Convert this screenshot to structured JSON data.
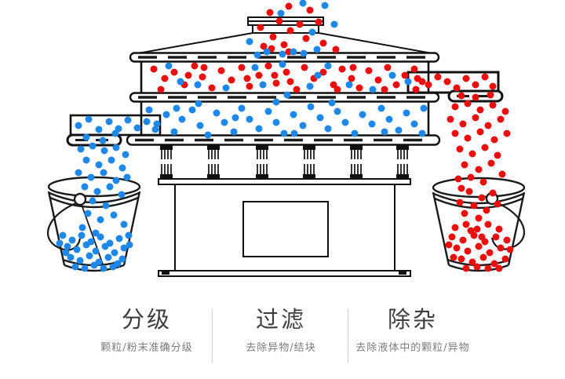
{
  "colors": {
    "red": "#e8100e",
    "blue": "#1e88e8",
    "line": "#111111",
    "heading": "#3d3d3d",
    "subtext": "#7b7b7b",
    "divider": "#d0d0d0"
  },
  "captions": [
    {
      "title": "分级",
      "desc": "颗粒/粉末准确分级"
    },
    {
      "title": "过滤",
      "desc": "去除异物/结块"
    },
    {
      "title": "除杂",
      "desc": "去除液体中的颗粒/异物"
    }
  ],
  "diagram": {
    "dot_radius": 4.5,
    "dots": [
      [
        368,
        8,
        "r"
      ],
      [
        344,
        16,
        "r"
      ],
      [
        395,
        13,
        "r"
      ],
      [
        356,
        27,
        "r"
      ],
      [
        382,
        31,
        "r"
      ],
      [
        332,
        35,
        "r"
      ],
      [
        406,
        28,
        "r"
      ],
      [
        370,
        39,
        "r"
      ],
      [
        348,
        47,
        "r"
      ],
      [
        390,
        49,
        "r"
      ],
      [
        362,
        57,
        "r"
      ],
      [
        336,
        59,
        "r"
      ],
      [
        412,
        55,
        "r"
      ],
      [
        428,
        63,
        "r"
      ],
      [
        346,
        62,
        "r"
      ],
      [
        368,
        66,
        "r"
      ],
      [
        414,
        7,
        "b"
      ],
      [
        386,
        4,
        "b"
      ],
      [
        358,
        17,
        "b"
      ],
      [
        426,
        31,
        "b"
      ],
      [
        398,
        41,
        "b"
      ],
      [
        318,
        53,
        "b"
      ],
      [
        374,
        66,
        "b"
      ],
      [
        404,
        63,
        "b"
      ],
      [
        340,
        66,
        "b"
      ],
      [
        360,
        69,
        "b"
      ],
      [
        387,
        68,
        "b"
      ],
      [
        328,
        70,
        "b"
      ],
      [
        196,
        88,
        "r"
      ],
      [
        210,
        100,
        "r"
      ],
      [
        222,
        92,
        "r"
      ],
      [
        235,
        108,
        "r"
      ],
      [
        248,
        84,
        "r"
      ],
      [
        258,
        98,
        "r"
      ],
      [
        270,
        112,
        "r"
      ],
      [
        282,
        90,
        "r"
      ],
      [
        295,
        102,
        "r"
      ],
      [
        308,
        86,
        "r"
      ],
      [
        318,
        110,
        "r"
      ],
      [
        330,
        96,
        "r"
      ],
      [
        342,
        84,
        "r"
      ],
      [
        352,
        106,
        "r"
      ],
      [
        365,
        92,
        "r"
      ],
      [
        378,
        114,
        "r"
      ],
      [
        388,
        86,
        "r"
      ],
      [
        400,
        100,
        "r"
      ],
      [
        412,
        92,
        "r"
      ],
      [
        425,
        108,
        "r"
      ],
      [
        436,
        88,
        "r"
      ],
      [
        448,
        100,
        "r"
      ],
      [
        458,
        112,
        "r"
      ],
      [
        470,
        90,
        "r"
      ],
      [
        482,
        102,
        "r"
      ],
      [
        494,
        86,
        "r"
      ],
      [
        505,
        108,
        "r"
      ],
      [
        516,
        96,
        "r"
      ],
      [
        528,
        88,
        "r"
      ],
      [
        538,
        104,
        "r"
      ],
      [
        205,
        114,
        "r"
      ],
      [
        260,
        86,
        "r"
      ],
      [
        315,
        100,
        "r"
      ],
      [
        370,
        104,
        "r"
      ],
      [
        430,
        114,
        "r"
      ],
      [
        490,
        114,
        "r"
      ],
      [
        530,
        114,
        "r"
      ],
      [
        240,
        96,
        "r"
      ],
      [
        450,
        86,
        "r"
      ],
      [
        350,
        96,
        "r"
      ],
      [
        215,
        84,
        "b"
      ],
      [
        252,
        108,
        "b"
      ],
      [
        288,
        112,
        "b"
      ],
      [
        325,
        86,
        "b"
      ],
      [
        360,
        82,
        "b"
      ],
      [
        395,
        110,
        "b"
      ],
      [
        418,
        84,
        "b"
      ],
      [
        445,
        108,
        "b"
      ],
      [
        475,
        114,
        "b"
      ],
      [
        500,
        96,
        "b"
      ],
      [
        335,
        108,
        "b"
      ],
      [
        230,
        104,
        "b"
      ],
      [
        405,
        96,
        "b"
      ],
      [
        520,
        104,
        "b"
      ],
      [
        190,
        140,
        "b"
      ],
      [
        200,
        158,
        "b"
      ],
      [
        212,
        146,
        "b"
      ],
      [
        222,
        168,
        "b"
      ],
      [
        232,
        152,
        "b"
      ],
      [
        245,
        140,
        "b"
      ],
      [
        255,
        160,
        "b"
      ],
      [
        265,
        172,
        "b"
      ],
      [
        276,
        144,
        "b"
      ],
      [
        286,
        156,
        "b"
      ],
      [
        298,
        168,
        "b"
      ],
      [
        308,
        138,
        "b"
      ],
      [
        318,
        152,
        "b"
      ],
      [
        330,
        164,
        "b"
      ],
      [
        342,
        142,
        "b"
      ],
      [
        352,
        156,
        "b"
      ],
      [
        362,
        170,
        "b"
      ],
      [
        374,
        146,
        "b"
      ],
      [
        386,
        160,
        "b"
      ],
      [
        396,
        136,
        "b"
      ],
      [
        408,
        150,
        "b"
      ],
      [
        418,
        164,
        "b"
      ],
      [
        430,
        142,
        "b"
      ],
      [
        440,
        156,
        "b"
      ],
      [
        452,
        170,
        "b"
      ],
      [
        462,
        146,
        "b"
      ],
      [
        474,
        158,
        "b"
      ],
      [
        486,
        138,
        "b"
      ],
      [
        496,
        152,
        "b"
      ],
      [
        508,
        166,
        "b"
      ],
      [
        518,
        144,
        "b"
      ],
      [
        528,
        158,
        "b"
      ],
      [
        538,
        170,
        "b"
      ],
      [
        540,
        138,
        "b"
      ],
      [
        225,
        138,
        "b"
      ],
      [
        375,
        170,
        "b"
      ],
      [
        300,
        150,
        "b"
      ],
      [
        490,
        168,
        "b"
      ],
      [
        253,
        132,
        "b"
      ],
      [
        352,
        130,
        "b"
      ],
      [
        423,
        131,
        "b"
      ],
      [
        366,
        121,
        "b"
      ],
      [
        100,
        160,
        "b"
      ],
      [
        113,
        152,
        "b"
      ],
      [
        126,
        165,
        "b"
      ],
      [
        139,
        155,
        "b"
      ],
      [
        151,
        164,
        "b"
      ],
      [
        163,
        153,
        "b"
      ],
      [
        175,
        163,
        "b"
      ],
      [
        187,
        155,
        "b"
      ],
      [
        198,
        165,
        "b"
      ],
      [
        147,
        170,
        "b"
      ],
      [
        110,
        175,
        "b"
      ],
      [
        131,
        179,
        "b"
      ],
      [
        103,
        190,
        "b"
      ],
      [
        118,
        186,
        "b"
      ],
      [
        133,
        192,
        "b"
      ],
      [
        148,
        188,
        "b"
      ],
      [
        160,
        197,
        "b"
      ],
      [
        110,
        204,
        "b"
      ],
      [
        126,
        210,
        "b"
      ],
      [
        142,
        204,
        "b"
      ],
      [
        156,
        214,
        "b"
      ],
      [
        100,
        220,
        "b"
      ],
      [
        116,
        226,
        "b"
      ],
      [
        132,
        220,
        "b"
      ],
      [
        148,
        230,
        "b"
      ],
      [
        162,
        226,
        "b"
      ],
      [
        108,
        238,
        "b"
      ],
      [
        124,
        244,
        "b"
      ],
      [
        140,
        238,
        "b"
      ],
      [
        155,
        248,
        "b"
      ],
      [
        118,
        256,
        "b"
      ],
      [
        135,
        262,
        "b"
      ],
      [
        112,
        272,
        "b"
      ],
      [
        128,
        280,
        "b"
      ],
      [
        145,
        274,
        "b"
      ],
      [
        158,
        286,
        "b"
      ],
      [
        105,
        290,
        "b"
      ],
      [
        122,
        297,
        "b"
      ],
      [
        80,
        300,
        "b"
      ],
      [
        92,
        306,
        "b"
      ],
      [
        104,
        300,
        "b"
      ],
      [
        116,
        308,
        "b"
      ],
      [
        128,
        302,
        "b"
      ],
      [
        140,
        310,
        "b"
      ],
      [
        152,
        304,
        "b"
      ],
      [
        164,
        300,
        "b"
      ],
      [
        86,
        314,
        "b"
      ],
      [
        98,
        318,
        "b"
      ],
      [
        110,
        312,
        "b"
      ],
      [
        122,
        320,
        "b"
      ],
      [
        134,
        314,
        "b"
      ],
      [
        146,
        322,
        "b"
      ],
      [
        158,
        316,
        "b"
      ],
      [
        90,
        328,
        "b"
      ],
      [
        102,
        332,
        "b"
      ],
      [
        114,
        326,
        "b"
      ],
      [
        126,
        334,
        "b"
      ],
      [
        138,
        328,
        "b"
      ],
      [
        150,
        336,
        "b"
      ],
      [
        96,
        340,
        "b"
      ],
      [
        108,
        342,
        "b"
      ],
      [
        120,
        338,
        "b"
      ],
      [
        132,
        342,
        "b"
      ],
      [
        144,
        340,
        "b"
      ],
      [
        84,
        322,
        "b"
      ],
      [
        156,
        330,
        "b"
      ],
      [
        76,
        310,
        "b"
      ],
      [
        165,
        312,
        "b"
      ],
      [
        532,
        100,
        "r"
      ],
      [
        546,
        108,
        "r"
      ],
      [
        558,
        98,
        "r"
      ],
      [
        570,
        104,
        "r"
      ],
      [
        582,
        112,
        "r"
      ],
      [
        594,
        100,
        "r"
      ],
      [
        606,
        108,
        "r"
      ],
      [
        618,
        98,
        "r"
      ],
      [
        628,
        110,
        "r"
      ],
      [
        588,
        122,
        "r"
      ],
      [
        606,
        124,
        "r"
      ],
      [
        625,
        121,
        "r"
      ],
      [
        580,
        136,
        "r"
      ],
      [
        596,
        132,
        "r"
      ],
      [
        612,
        140,
        "r"
      ],
      [
        628,
        134,
        "r"
      ],
      [
        644,
        142,
        "r"
      ],
      [
        574,
        152,
        "r"
      ],
      [
        590,
        158,
        "r"
      ],
      [
        606,
        150,
        "r"
      ],
      [
        622,
        160,
        "r"
      ],
      [
        638,
        152,
        "r"
      ],
      [
        580,
        170,
        "r"
      ],
      [
        596,
        176,
        "r"
      ],
      [
        612,
        168,
        "r"
      ],
      [
        630,
        178,
        "r"
      ],
      [
        646,
        170,
        "r"
      ],
      [
        586,
        190,
        "r"
      ],
      [
        602,
        196,
        "r"
      ],
      [
        618,
        188,
        "r"
      ],
      [
        634,
        198,
        "r"
      ],
      [
        592,
        210,
        "r"
      ],
      [
        610,
        216,
        "r"
      ],
      [
        626,
        208,
        "r"
      ],
      [
        600,
        226,
        "r"
      ],
      [
        616,
        232,
        "r"
      ],
      [
        584,
        228,
        "r"
      ],
      [
        640,
        222,
        "r"
      ],
      [
        598,
        244,
        "r"
      ],
      [
        614,
        252,
        "r"
      ],
      [
        586,
        258,
        "r"
      ],
      [
        628,
        246,
        "r"
      ],
      [
        604,
        262,
        "r"
      ],
      [
        592,
        272,
        "r"
      ],
      [
        620,
        268,
        "r"
      ],
      [
        634,
        260,
        "r"
      ],
      [
        610,
        278,
        "r"
      ],
      [
        588,
        240,
        "r"
      ],
      [
        580,
        290,
        "r"
      ],
      [
        594,
        286,
        "r"
      ],
      [
        608,
        292,
        "r"
      ],
      [
        622,
        286,
        "r"
      ],
      [
        636,
        292,
        "r"
      ],
      [
        576,
        302,
        "r"
      ],
      [
        590,
        306,
        "r"
      ],
      [
        604,
        300,
        "r"
      ],
      [
        618,
        308,
        "r"
      ],
      [
        632,
        302,
        "r"
      ],
      [
        646,
        306,
        "r"
      ],
      [
        582,
        316,
        "r"
      ],
      [
        596,
        320,
        "r"
      ],
      [
        610,
        314,
        "r"
      ],
      [
        624,
        322,
        "r"
      ],
      [
        638,
        316,
        "r"
      ],
      [
        588,
        330,
        "r"
      ],
      [
        602,
        334,
        "r"
      ],
      [
        616,
        328,
        "r"
      ],
      [
        630,
        336,
        "r"
      ],
      [
        644,
        330,
        "r"
      ],
      [
        594,
        342,
        "r"
      ],
      [
        608,
        340,
        "r"
      ],
      [
        622,
        342,
        "r"
      ],
      [
        572,
        312,
        "r"
      ],
      [
        650,
        318,
        "r"
      ],
      [
        600,
        294,
        "r"
      ],
      [
        614,
        302,
        "r"
      ],
      [
        578,
        328,
        "r"
      ],
      [
        636,
        342,
        "r"
      ]
    ]
  }
}
